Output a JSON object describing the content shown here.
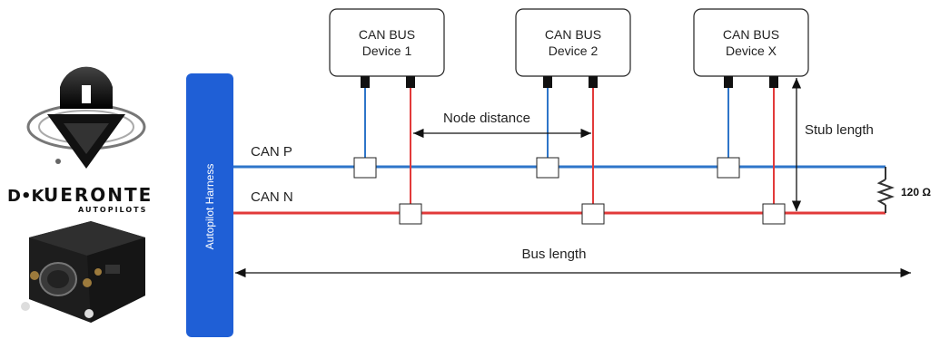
{
  "devices": [
    {
      "title": "CAN BUS",
      "name": "Device 1"
    },
    {
      "title": "CAN BUS",
      "name": "Device 2"
    },
    {
      "title": "CAN BUS",
      "name": "Device X"
    }
  ],
  "labels": {
    "can_p": "CAN P",
    "can_n": "CAN N",
    "node_distance": "Node distance",
    "stub_length": "Stub length",
    "bus_length": "Bus length",
    "resistor": "120 Ω",
    "harness": "Autopilot Harness"
  },
  "logo": {
    "brand": "UERONTE",
    "tagline": "AUTOPILOTS"
  },
  "colors": {
    "can_p": "#2e75c9",
    "can_n": "#e23a3a",
    "harness": "#1f5fd6"
  }
}
